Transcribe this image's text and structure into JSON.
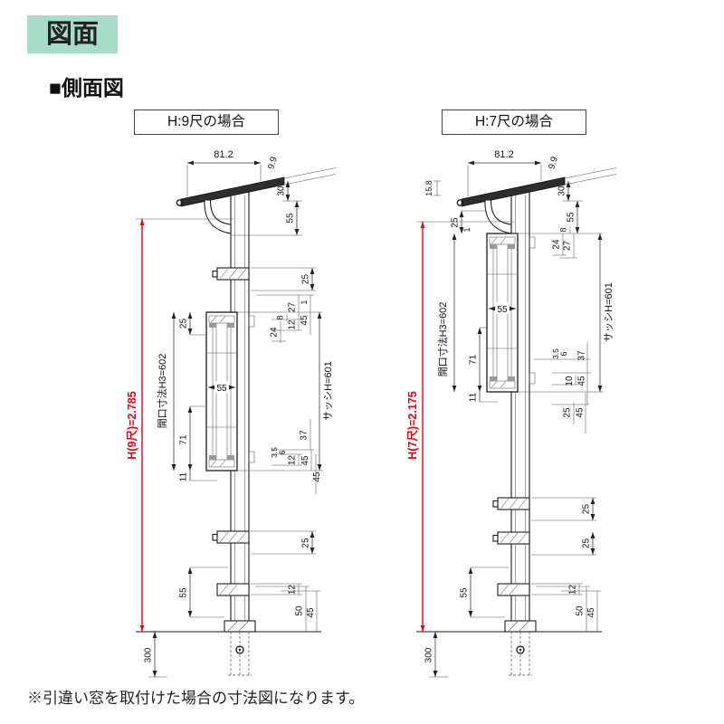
{
  "page": {
    "header": {
      "title": "図面"
    },
    "section_title": "■側面図",
    "footer_note": "※引違い窓を取付けた場合の寸法図になります。",
    "colors": {
      "accent_green": "#a9dcc8",
      "dimension_red": "#e60012",
      "line": "#1a1a1a"
    }
  },
  "left": {
    "title": "H:9尺の場合",
    "h_label": "H(9尺)=2.785",
    "top_width": "81.2",
    "eave": "9.9",
    "d30": "30",
    "d55_top": "55",
    "d25_top": "25",
    "d1": "1",
    "d45_top": "45",
    "d27": "27",
    "d12_top": "12",
    "d8": "8",
    "d24": "24",
    "opening": "開口寸法H3=602",
    "sash": "サッシH=601",
    "d25_left": "25",
    "d55_sash": "55",
    "d71": "71",
    "d11": "11",
    "d37": "37",
    "d3_5": "3.5",
    "d6": "6",
    "d12_mid": "12",
    "d45_mid": "45",
    "d45_low": "45",
    "d25_mid": "25",
    "d55_bottom": "55",
    "d12_bottom": "12",
    "d50": "50",
    "d45_bottom": "45",
    "d300": "300"
  },
  "right": {
    "title": "H:7尺の場合",
    "h_label": "H(7尺)=2.175",
    "top_width": "81.2",
    "eave": "9.9",
    "d15_8": "15.8",
    "d30": "30",
    "d55_top": "55",
    "d25_left_top": "25",
    "d1": "1",
    "d8": "8",
    "d24": "24",
    "d27": "27",
    "opening": "開口寸法H3=602",
    "sash": "サッシH=601",
    "d55_sash": "55",
    "d71": "71",
    "d11": "11",
    "d3_5": "3.5",
    "d6": "6",
    "d37": "37",
    "d10": "10",
    "d45_a": "45",
    "d25_a": "25",
    "d45_b": "45",
    "d25_b": "25",
    "d25_c": "25",
    "d55_bottom": "55",
    "d12_bottom": "12",
    "d50": "50",
    "d45_bottom": "45",
    "d300": "300"
  }
}
